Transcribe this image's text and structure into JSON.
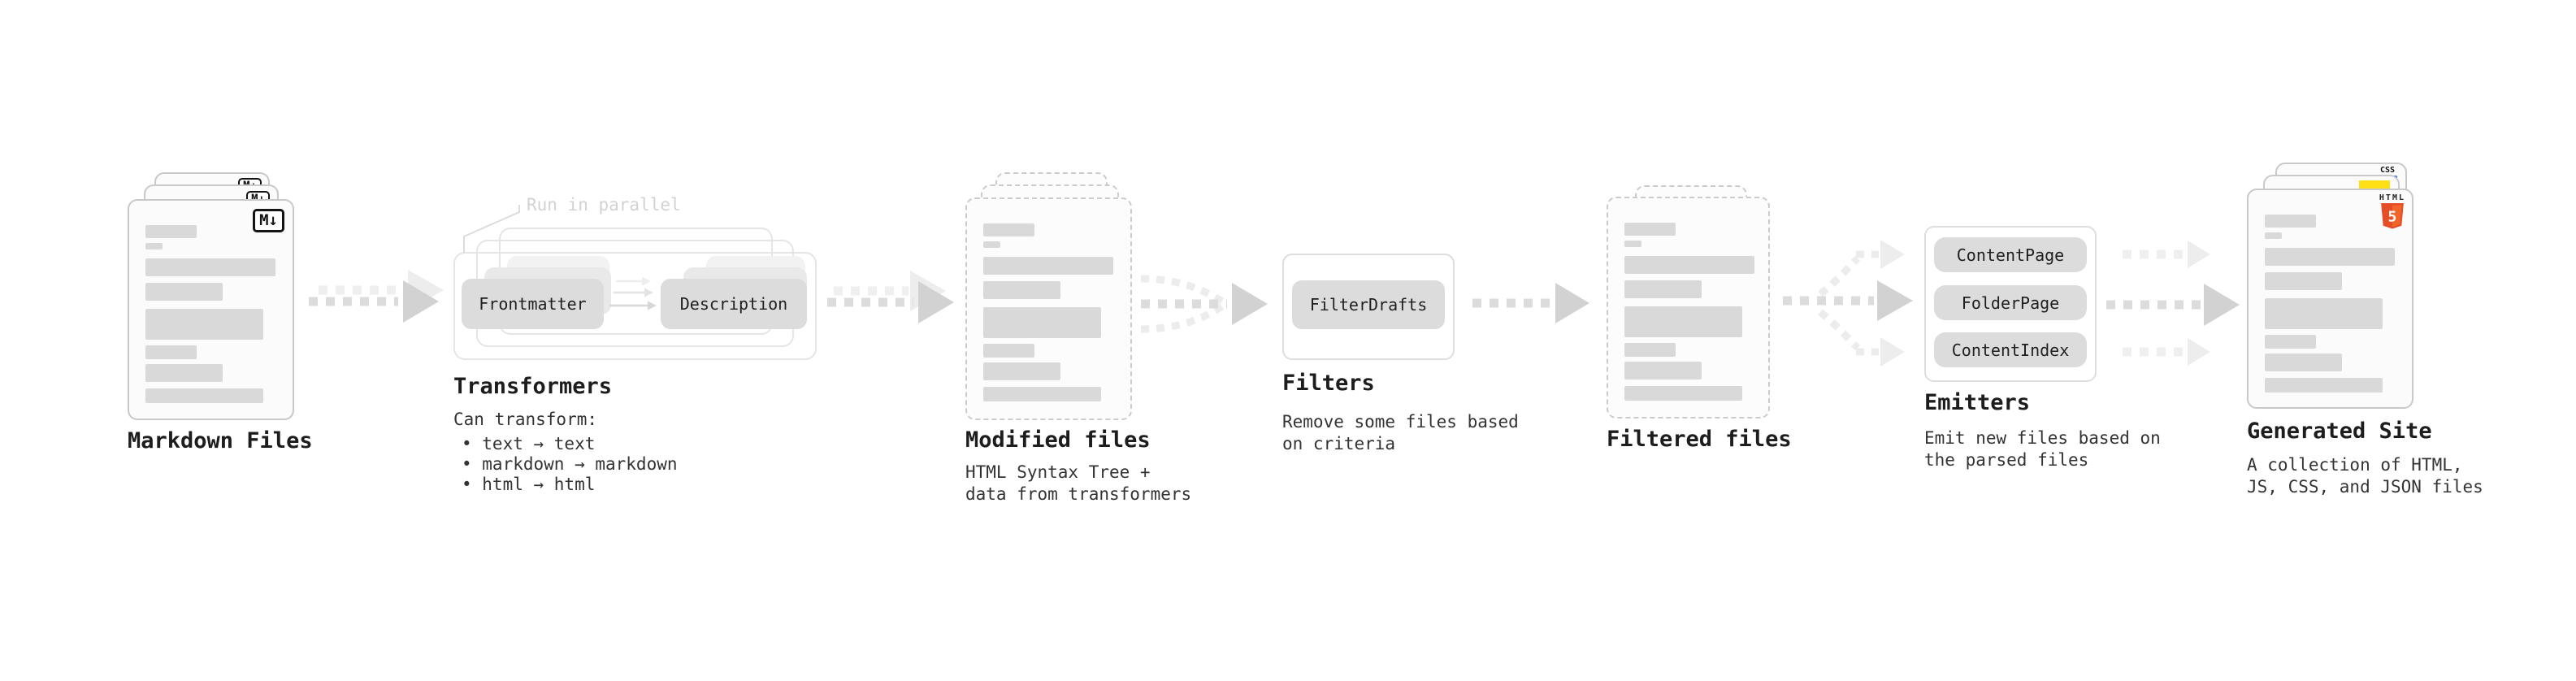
{
  "stages": {
    "markdown_files": {
      "label": "Markdown Files",
      "badge": "M↓"
    },
    "transformers": {
      "label": "Transformers",
      "callout": "Run in parallel",
      "left_pill": "Frontmatter",
      "right_pill": "Description",
      "desc_title": "Can transform:",
      "bullets": [
        "• text → text",
        "• markdown → markdown",
        "• html → html"
      ]
    },
    "modified_files": {
      "label": "Modified files",
      "desc": [
        "HTML Syntax Tree +",
        "data from transformers"
      ]
    },
    "filters": {
      "label": "Filters",
      "pill": "FilterDrafts",
      "desc": [
        "Remove some files based",
        "on criteria"
      ]
    },
    "filtered_files": {
      "label": "Filtered files"
    },
    "emitters": {
      "label": "Emitters",
      "pills": [
        "ContentPage",
        "FolderPage",
        "ContentIndex"
      ],
      "desc": [
        "Emit new files based on",
        "the parsed files"
      ]
    },
    "generated_site": {
      "label": "Generated Site",
      "desc": [
        "A collection of HTML,",
        "JS, CSS, and JSON files"
      ],
      "css_label": "CSS",
      "html_label": "HTML",
      "html_number": "5"
    }
  },
  "colors": {
    "css_blue": "#2d6be5",
    "js_yellow": "#ffe014",
    "html_orange": "#e44d26",
    "html_orange_light": "#f16529",
    "bar_gray": "#d9d9d9",
    "pill_gray": "#dcdcdc"
  }
}
